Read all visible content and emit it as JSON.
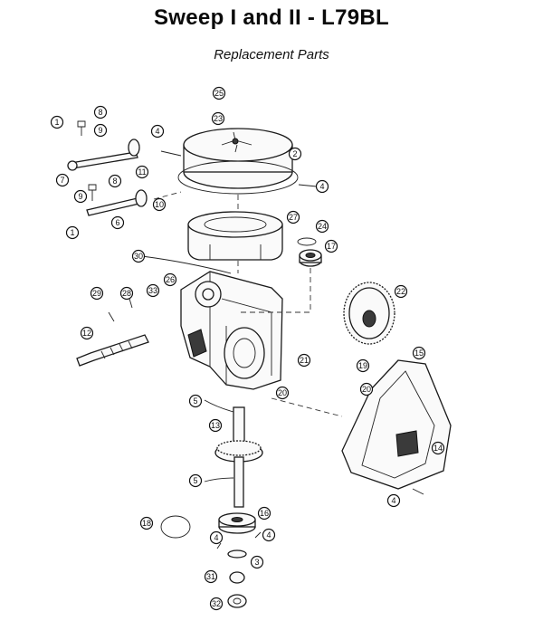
{
  "title": "Sweep I and II - L79BL",
  "subtitle": "Replacement Parts",
  "callouts": {
    "c25": "25",
    "c23": "23",
    "c8a": "8",
    "c1a": "1",
    "c9a": "9",
    "c4a": "4",
    "c2": "2",
    "c7": "7",
    "c8b": "8",
    "c11": "11",
    "c4b": "4",
    "c9b": "9",
    "c10": "10",
    "c6": "6",
    "c1b": "1",
    "c27": "27",
    "c24": "24",
    "c17": "17",
    "c30": "30",
    "c26": "26",
    "c33": "33",
    "c29": "29",
    "c28": "28",
    "c22": "22",
    "c12": "12",
    "c15": "15",
    "c21": "21",
    "c19": "19",
    "c20a": "20",
    "c20b": "20",
    "c5a": "5",
    "c13": "13",
    "c14": "14",
    "c5b": "5",
    "c4c": "4",
    "c16": "16",
    "c18": "18",
    "c4d": "4",
    "c4e": "4",
    "c3": "3",
    "c31": "31",
    "c32": "32"
  }
}
